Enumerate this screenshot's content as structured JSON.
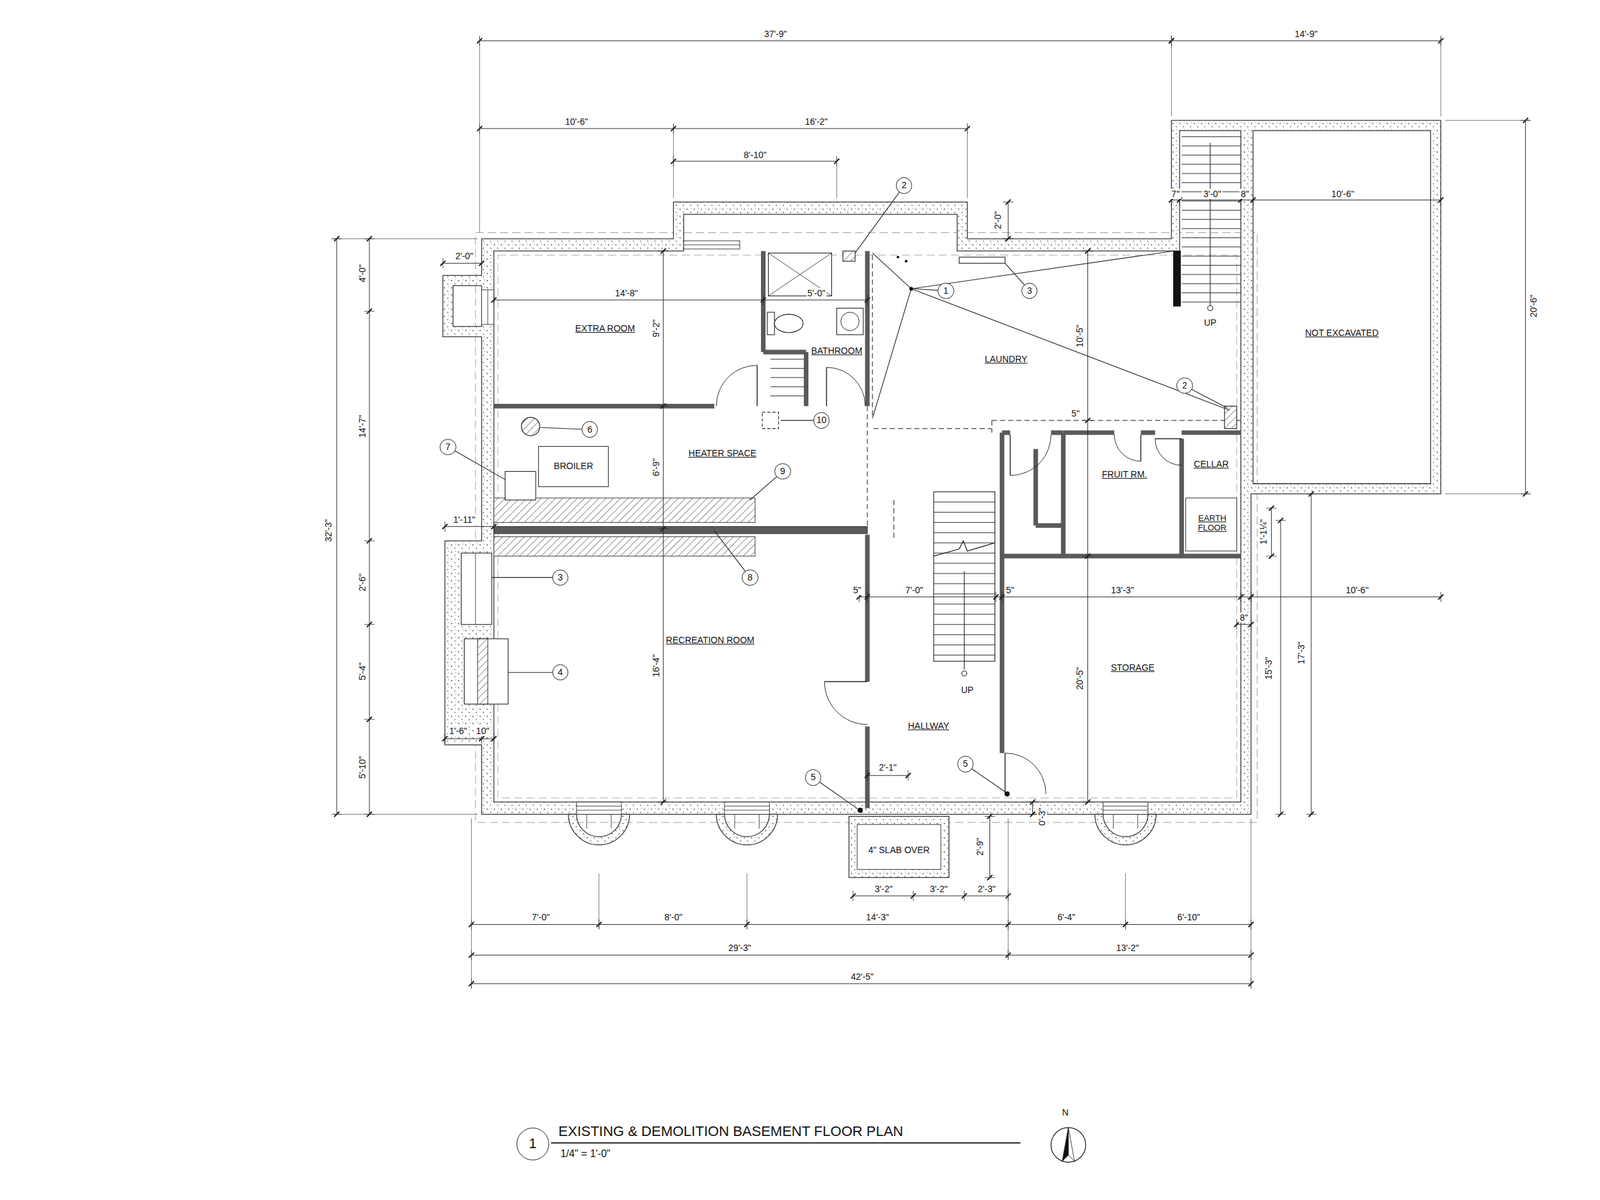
{
  "diagram": {
    "title": "EXISTING & DEMOLITION BASEMENT FLOOR PLAN",
    "nodes": [
      {
        "text": [
          "2"
        ]
      },
      {
        "text": [
          "1"
        ]
      },
      {
        "text": [
          "3"
        ]
      },
      {
        "text": [
          "2"
        ]
      },
      {
        "text": [
          "10"
        ]
      },
      {
        "text": [
          "6"
        ]
      },
      {
        "text": [
          "7"
        ]
      },
      {
        "text": [
          "BROILER"
        ]
      },
      {
        "text": [
          "9"
        ]
      },
      {
        "text": [
          "8"
        ]
      },
      {
        "text": [
          "3"
        ]
      },
      {
        "text": [
          "4"
        ]
      },
      {
        "text": [
          "5"
        ]
      },
      {
        "text": [
          "5"
        ]
      },
      {
        "text": [
          "1"
        ]
      }
    ],
    "labels": [
      "37'-9\"",
      "14'-9\"",
      "10'-6\"",
      "16'-2\"",
      "8'-10\"",
      "2'-0\"",
      "7\"",
      "3'-0\"",
      "8\"",
      "10'-6\"",
      "20'-6\"",
      "2'-0\"",
      "4'-0\"",
      "14'-8\"",
      "5'-0\"",
      "9'-2\"",
      "32'-3\"",
      "14'-7\"",
      "1'-11\"",
      "2'-6\"",
      "5'-4\"",
      "5'-10\"",
      "1'-6\"",
      "10\"",
      "6'-9\"",
      "16'-4\"",
      "10'-5\"",
      "5\"",
      "5\"",
      "7'-0\"",
      "5\"",
      "13'-3\"",
      "10'-6\"",
      "8\"",
      "1'-1¼\"",
      "20'-5\"",
      "15'-3\"",
      "17'-3\"",
      "2'-1\"",
      "0'-3\"",
      "3'-2\"",
      "3'-2\"",
      "2'-3\"",
      "2'-9\"",
      "7'-0\"",
      "8'-0\"",
      "14'-3\"",
      "6'-4\"",
      "6'-10\"",
      "29'-3\"",
      "13'-2\"",
      "42'-5\"",
      "EXTRA ROOM",
      "BATHROOM",
      "LAUNDRY",
      "HEATER SPACE",
      "RECREATION ROOM",
      "HALLWAY",
      "STORAGE",
      "CELLAR",
      "FRUIT RM.",
      "EARTH FLOOR",
      "NOT EXCAVATED",
      "UP",
      "UP",
      "4\" SLAB OVER",
      "1/4\" = 1'-0\"",
      "N"
    ]
  }
}
